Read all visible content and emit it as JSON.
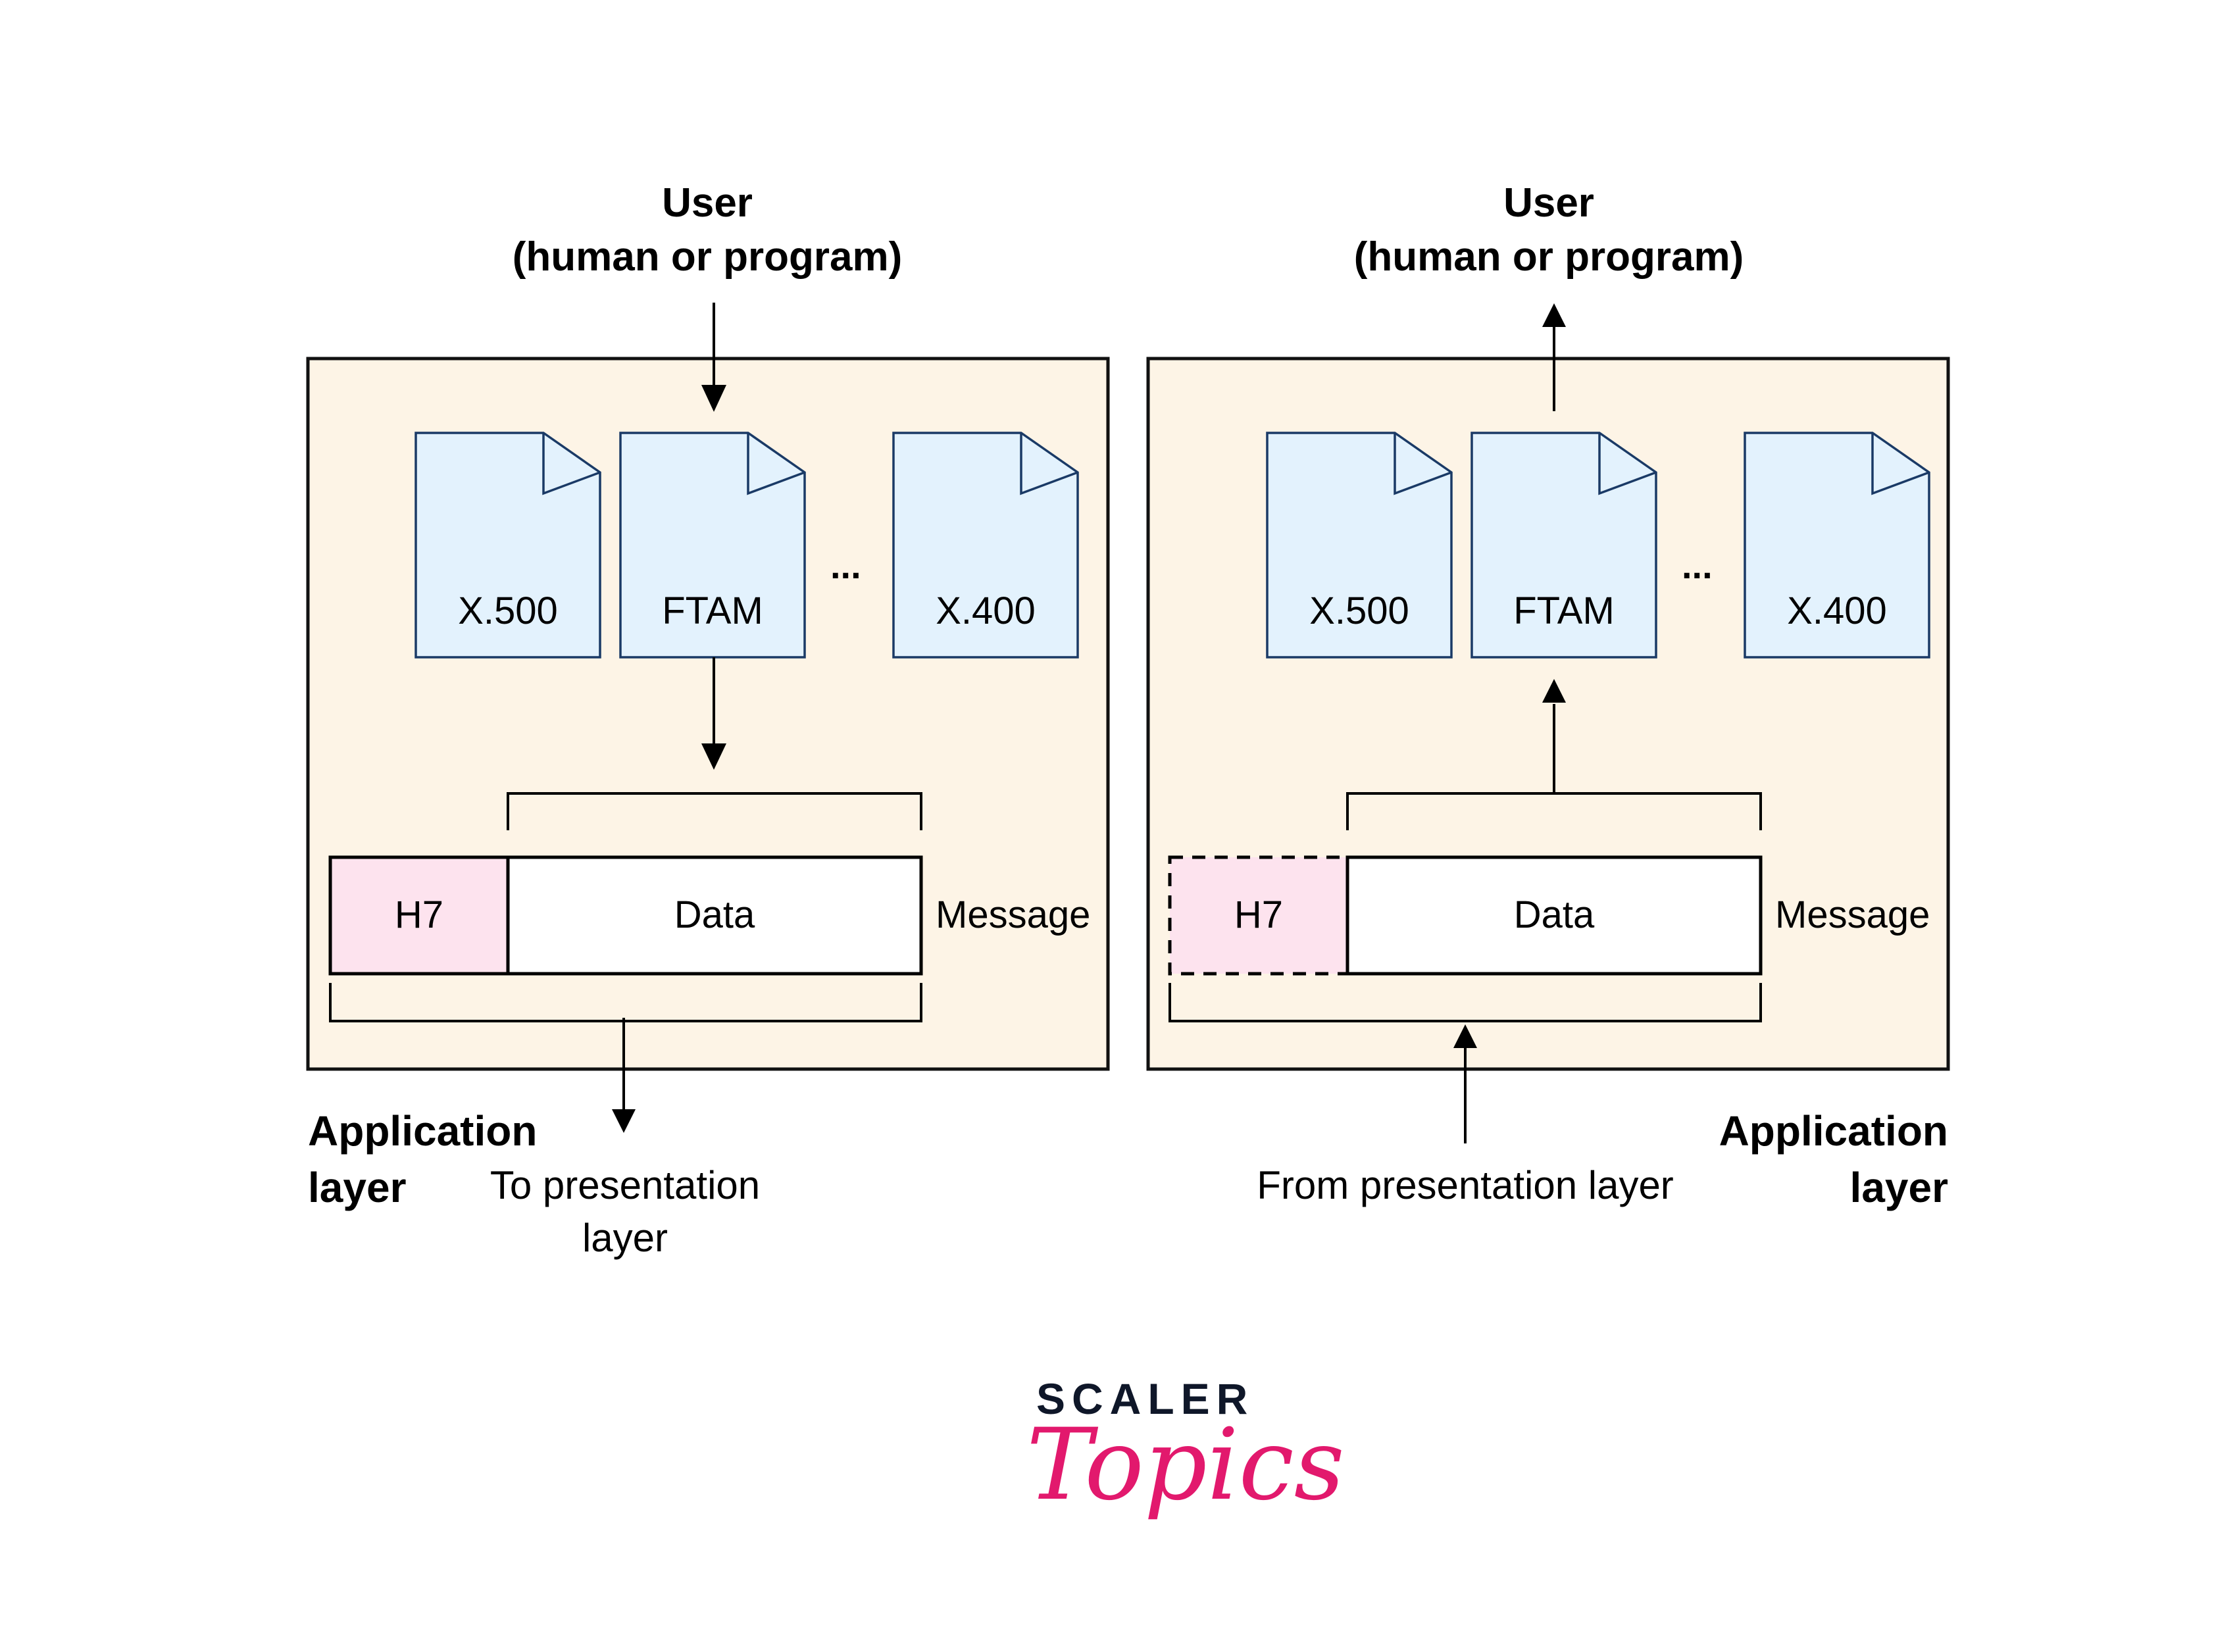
{
  "colors": {
    "panel_fill": "#fdf4e6",
    "panel_stroke": "#111111",
    "doc_fill": "#e3f2fd",
    "doc_stroke": "#1a3a66",
    "header_fill": "#fde3ee",
    "data_fill": "#ffffff",
    "logo_dark": "#0f1729",
    "logo_pink": "#e2196d"
  },
  "left": {
    "user_label_line1": "User",
    "user_label_line2": "(human or program)",
    "user_arrow_direction": "down",
    "docs": [
      "X.500",
      "FTAM",
      "X.400"
    ],
    "ellipsis": "...",
    "header_label": "H7",
    "header_style": "solid",
    "data_label": "Data",
    "message_label": "Message",
    "layer_label_line1": "Application",
    "layer_label_line2": "layer",
    "caption_line1": "To presentation",
    "caption_line2": "layer",
    "caption_arrow_direction": "down"
  },
  "right": {
    "user_label_line1": "User",
    "user_label_line2": "(human or program)",
    "user_arrow_direction": "up",
    "docs": [
      "X.500",
      "FTAM",
      "X.400"
    ],
    "ellipsis": "...",
    "header_label": "H7",
    "header_style": "dashed",
    "data_label": "Data",
    "message_label": "Message",
    "layer_label_line1": "Application",
    "layer_label_line2": "layer",
    "caption_line1": "From presentation layer",
    "caption_arrow_direction": "up"
  },
  "logo": {
    "line1": "SCALER",
    "line2": "Topics"
  }
}
